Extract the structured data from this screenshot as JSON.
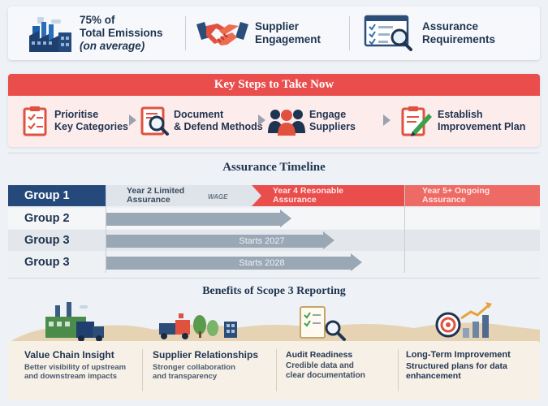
{
  "top": {
    "emissions": {
      "line1": "75% of",
      "line2": "Total Emissions",
      "line3": "(on average)",
      "icon": "factory-icon"
    },
    "engagement": {
      "line1": "Supplier",
      "line2": "Engagement",
      "icon": "handshake-icon"
    },
    "assurance": {
      "line1": "Assurance",
      "line2": "Requirements",
      "icon": "checklist-magnifier-icon"
    }
  },
  "key_steps": {
    "title": "Key Steps to Take Now",
    "steps": [
      {
        "line1": "Prioritise",
        "line2": "Key Categories",
        "icon": "clipboard-check-icon"
      },
      {
        "line1": "Document",
        "line2": "& Defend Methods",
        "icon": "document-search-icon"
      },
      {
        "line1": "Engage",
        "line2": "Suppliers",
        "icon": "people-icon"
      },
      {
        "line1": "Establish",
        "line2": "Improvement Plan",
        "icon": "clipboard-pen-icon"
      }
    ]
  },
  "timeline": {
    "title": "Assurance Timeline",
    "rows": [
      {
        "group": "Group 1",
        "seg1_line1": "Year 2 Limited",
        "seg1_line2": "Assurance",
        "seg1_tag": "WAGE",
        "seg2_line1": "Year 4 Resonable",
        "seg2_line2": "Assurance",
        "seg3_line1": "Year 5+ Ongoing",
        "seg3_line2": "Assurance"
      },
      {
        "group": "Group 2",
        "bar_text": ""
      },
      {
        "group": "Group 3",
        "bar_text": "Starts 2027"
      },
      {
        "group": "Group 3",
        "bar_text": "Starts 2028"
      }
    ]
  },
  "benefits": {
    "title": "Benefits of Scope 3 Reporting",
    "cards": [
      {
        "heading": "Value Chain Insight",
        "line1": "Better visibility of upstream",
        "line2": "and downstream impacts"
      },
      {
        "heading": "Supplier Relationships",
        "line1": "Stronger collaboration",
        "line2": "and transparency"
      },
      {
        "heading": "Audit Readiness",
        "line1": "Credible data and",
        "line2": "clear documentation"
      },
      {
        "heading": "Long-Term Improvement",
        "line1": "Structured plans for data",
        "line2": "enhancement"
      }
    ]
  },
  "colors": {
    "navy": "#1f3450",
    "red": "#e94e4d",
    "red_light": "#fdecec",
    "grey_bar": "#9aa7b5"
  }
}
